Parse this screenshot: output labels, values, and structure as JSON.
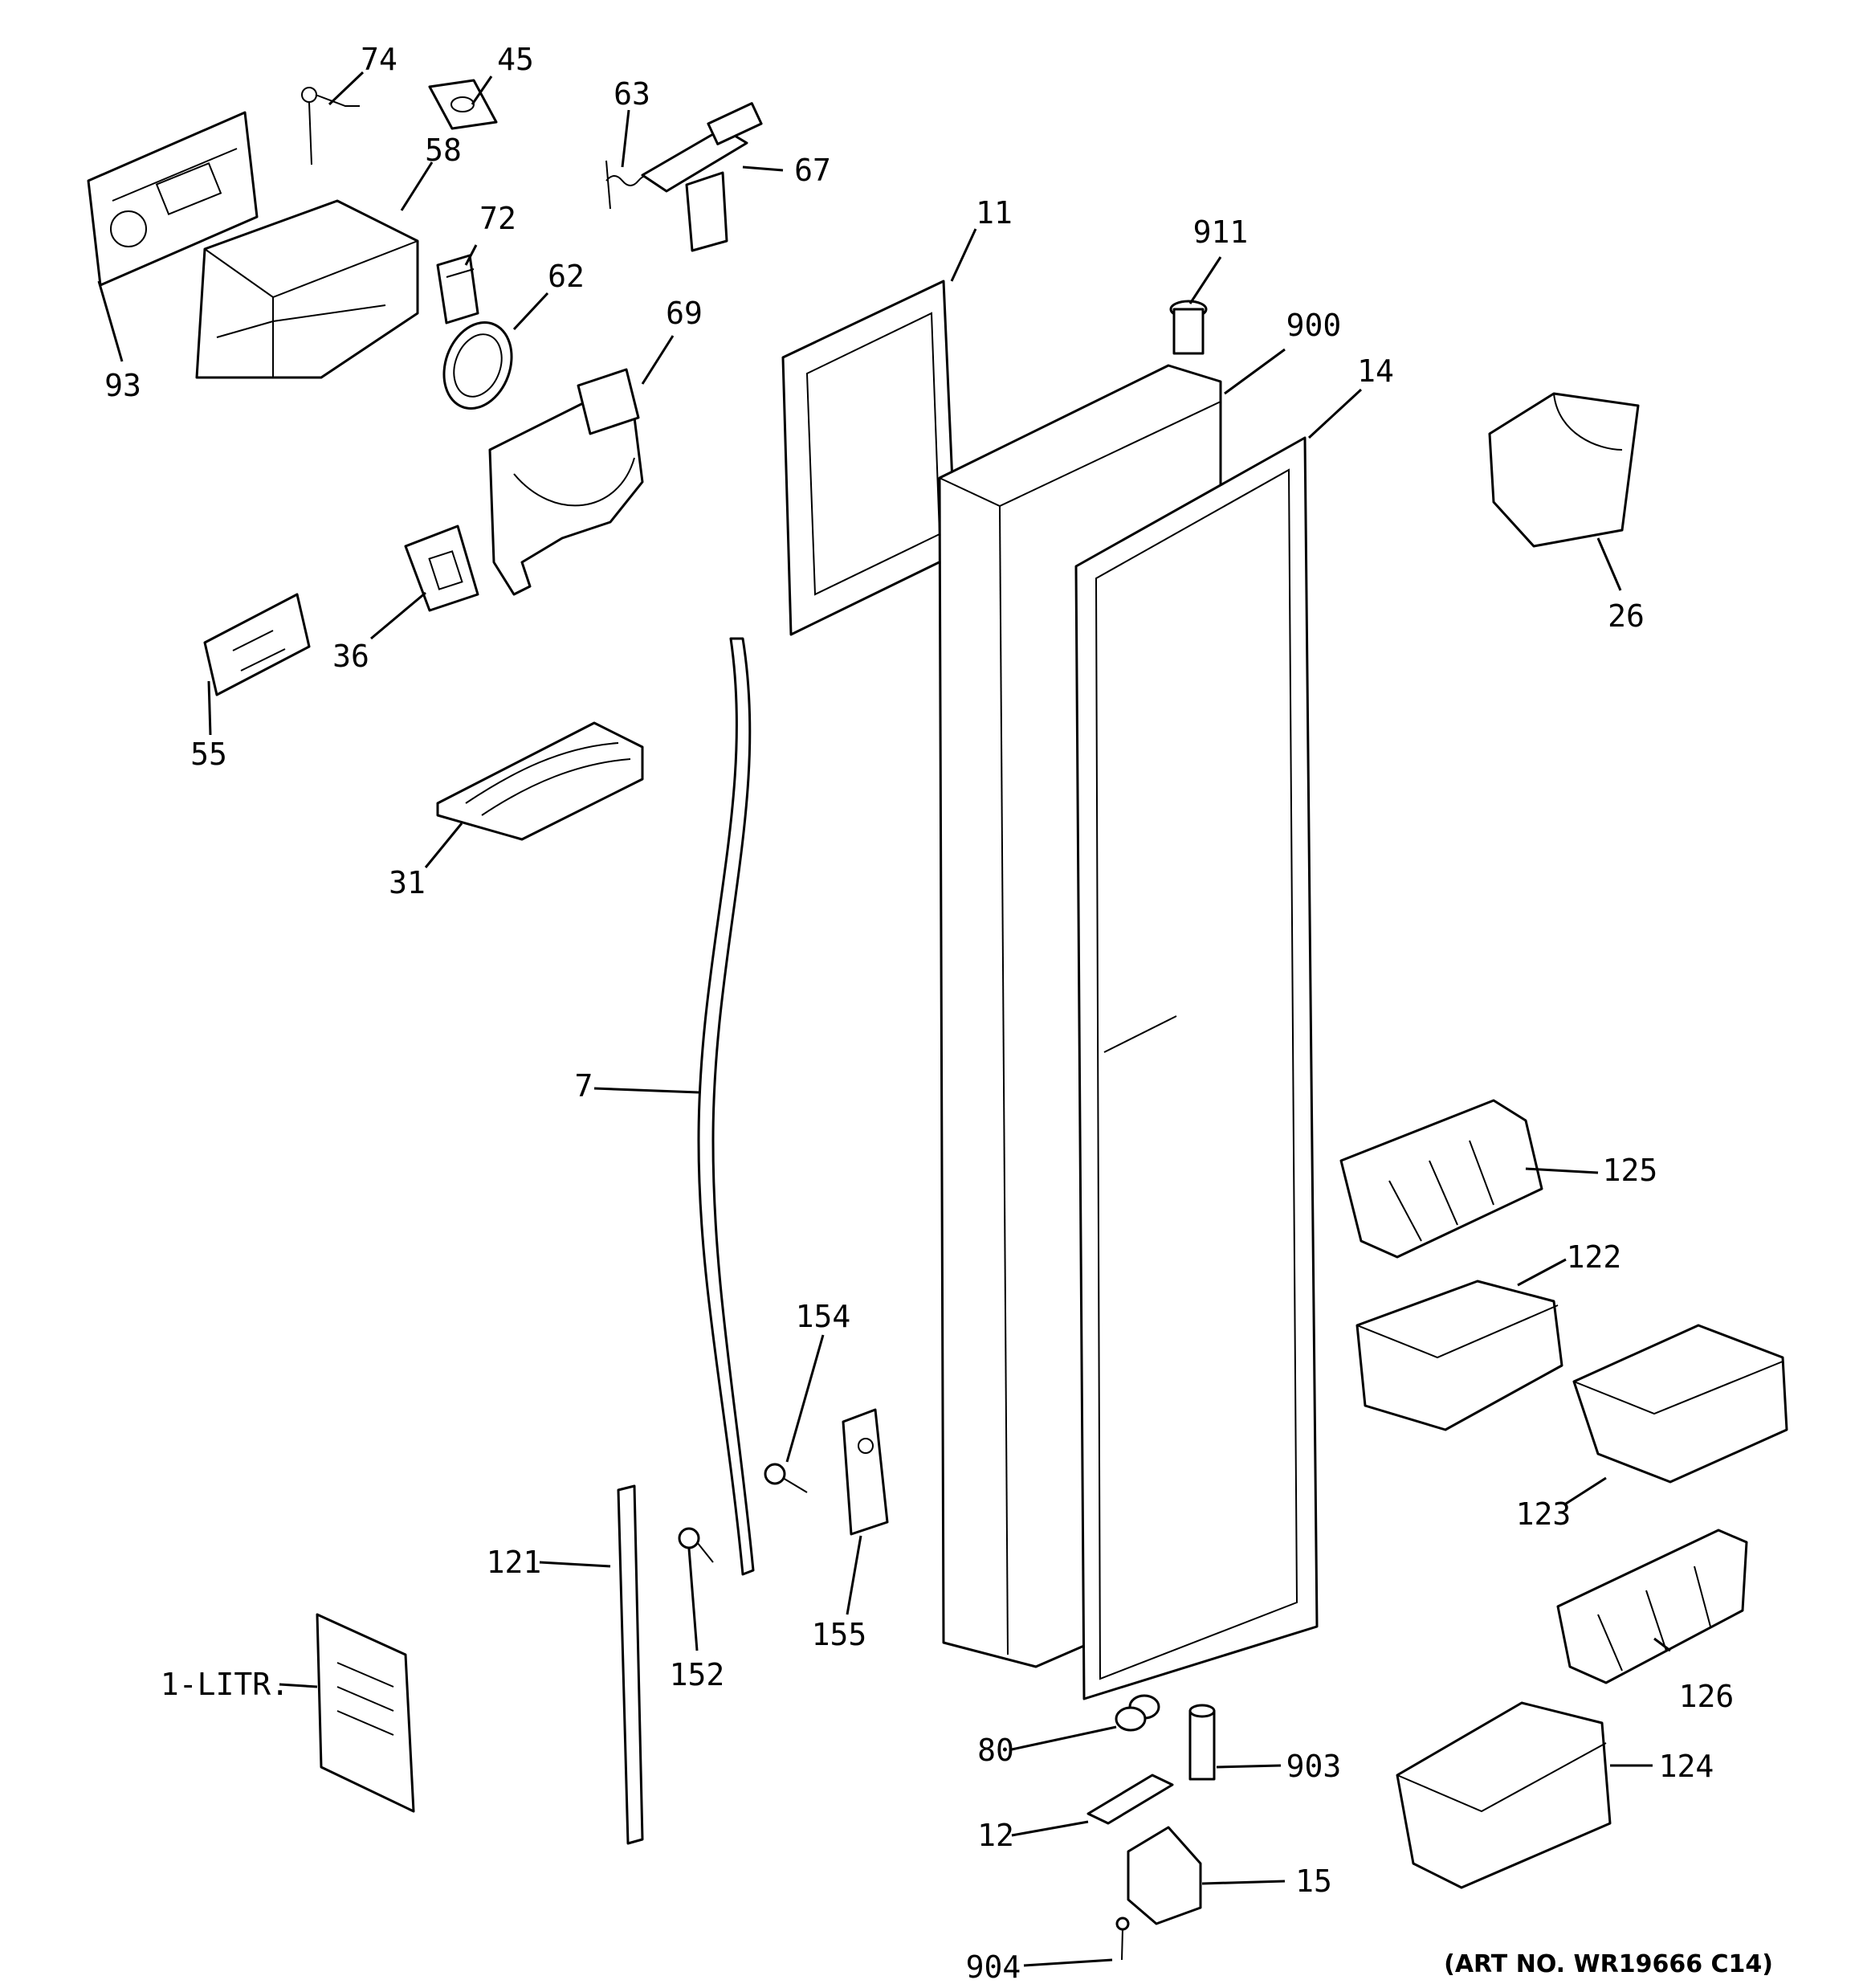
{
  "callouts": [
    {
      "id": "74",
      "label": "74"
    },
    {
      "id": "45",
      "label": "45"
    },
    {
      "id": "63",
      "label": "63"
    },
    {
      "id": "67",
      "label": "67"
    },
    {
      "id": "58",
      "label": "58"
    },
    {
      "id": "72",
      "label": "72"
    },
    {
      "id": "62",
      "label": "62"
    },
    {
      "id": "69",
      "label": "69"
    },
    {
      "id": "93",
      "label": "93"
    },
    {
      "id": "11",
      "label": "11"
    },
    {
      "id": "911",
      "label": "911"
    },
    {
      "id": "900",
      "label": "900"
    },
    {
      "id": "14",
      "label": "14"
    },
    {
      "id": "26",
      "label": "26"
    },
    {
      "id": "36",
      "label": "36"
    },
    {
      "id": "55",
      "label": "55"
    },
    {
      "id": "31",
      "label": "31"
    },
    {
      "id": "7",
      "label": "7"
    },
    {
      "id": "125",
      "label": "125"
    },
    {
      "id": "122",
      "label": "122"
    },
    {
      "id": "154",
      "label": "154"
    },
    {
      "id": "123",
      "label": "123"
    },
    {
      "id": "121",
      "label": "121"
    },
    {
      "id": "152",
      "label": "152"
    },
    {
      "id": "155",
      "label": "155"
    },
    {
      "id": "126",
      "label": "126"
    },
    {
      "id": "1-litr",
      "label": "1-LITR."
    },
    {
      "id": "80",
      "label": "80"
    },
    {
      "id": "903",
      "label": "903"
    },
    {
      "id": "124",
      "label": "124"
    },
    {
      "id": "12",
      "label": "12"
    },
    {
      "id": "15",
      "label": "15"
    },
    {
      "id": "904",
      "label": "904"
    }
  ],
  "art_number": "(ART NO. WR19666 C14)"
}
